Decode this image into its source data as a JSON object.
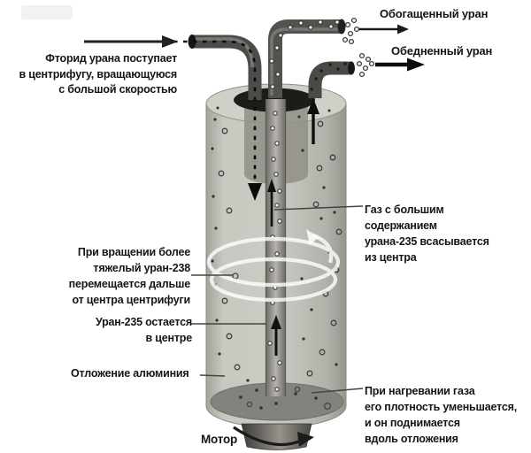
{
  "labels": {
    "feed": "Фторид урана поступает\nв центрифугу, вращающуюся\nс большой скоростью",
    "enriched": "Обогащенный уран",
    "depleted": "Обедненный уран",
    "u238": "При вращении более\nтяжелый уран-238\nперемещается дальше\nот центра центрифуги",
    "u235": "Уран-235 остается\nв центре",
    "deposit": "Отложение алюминия",
    "gas": "Газ с большим\nсодержанием\nурана-235 всасывается\nиз центра",
    "heat": "При нагревании газа\nего плотность уменьшается,\nи он поднимается\nвдоль отложения",
    "motor": "Мотор"
  },
  "colors": {
    "background": "#ffffff",
    "ink": "#151512",
    "cylinder_body": "#c6c5be",
    "cylinder_rim": "#d0cfc8",
    "inner_shadow": "#8f8e87",
    "opening": "#1c1c1a",
    "deposit": "#83827c",
    "pipe": "#4e4c48",
    "spiral": "#ffffff",
    "arrow": "#111110"
  }
}
